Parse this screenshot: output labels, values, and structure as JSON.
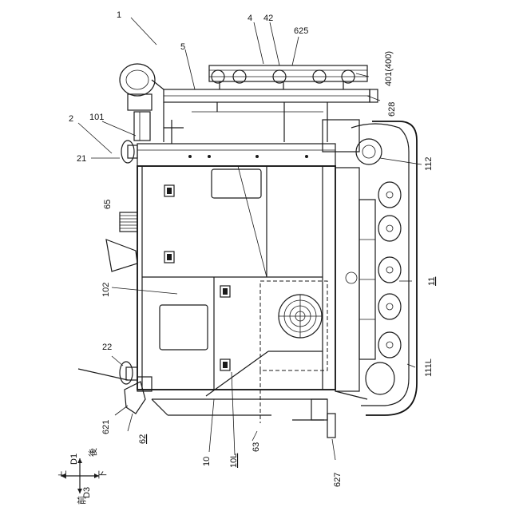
{
  "labels": {
    "l1": "1",
    "l4": "4",
    "l42": "42",
    "l625": "625",
    "l5": "5",
    "l401": "401(400)",
    "l2": "2",
    "l101": "101",
    "l628": "628",
    "l21": "21",
    "l112": "112",
    "l65": "65",
    "l102": "102",
    "l11": "11",
    "l22": "22",
    "l111L": "111L",
    "l621": "621",
    "l62": "62",
    "l10": "10",
    "l10L": "10L",
    "l63": "63",
    "l627": "627"
  },
  "axes": {
    "d1": "D1",
    "d3": "D3",
    "up": "上",
    "down": "下",
    "front": "前",
    "rear": "後"
  }
}
